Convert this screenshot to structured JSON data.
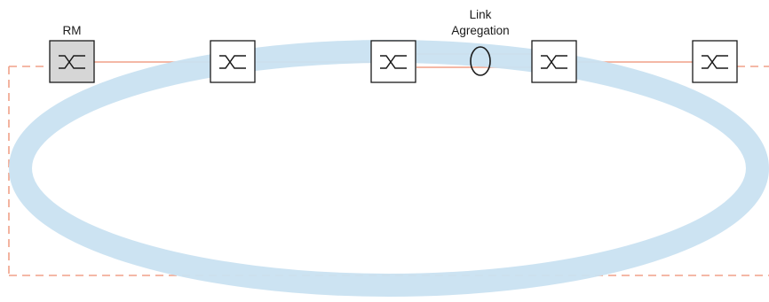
{
  "diagram": {
    "rm_label": "RM",
    "link_aggregation_label": [
      "Link",
      "Agregation"
    ],
    "switches": [
      {
        "role": "redundancy-manager",
        "icon": "switch-icon"
      },
      {
        "role": "switch",
        "icon": "switch-icon"
      },
      {
        "role": "switch",
        "icon": "switch-icon"
      },
      {
        "role": "switch",
        "icon": "switch-icon"
      },
      {
        "role": "switch",
        "icon": "switch-icon"
      }
    ]
  },
  "colors": {
    "ring": "#c9e2f1",
    "link_line": "#f0a188",
    "switch_border": "#1a1a1a",
    "rm_fill": "#d6d6d6",
    "switch_fill": "#ffffff",
    "text": "#1a1a1a"
  }
}
